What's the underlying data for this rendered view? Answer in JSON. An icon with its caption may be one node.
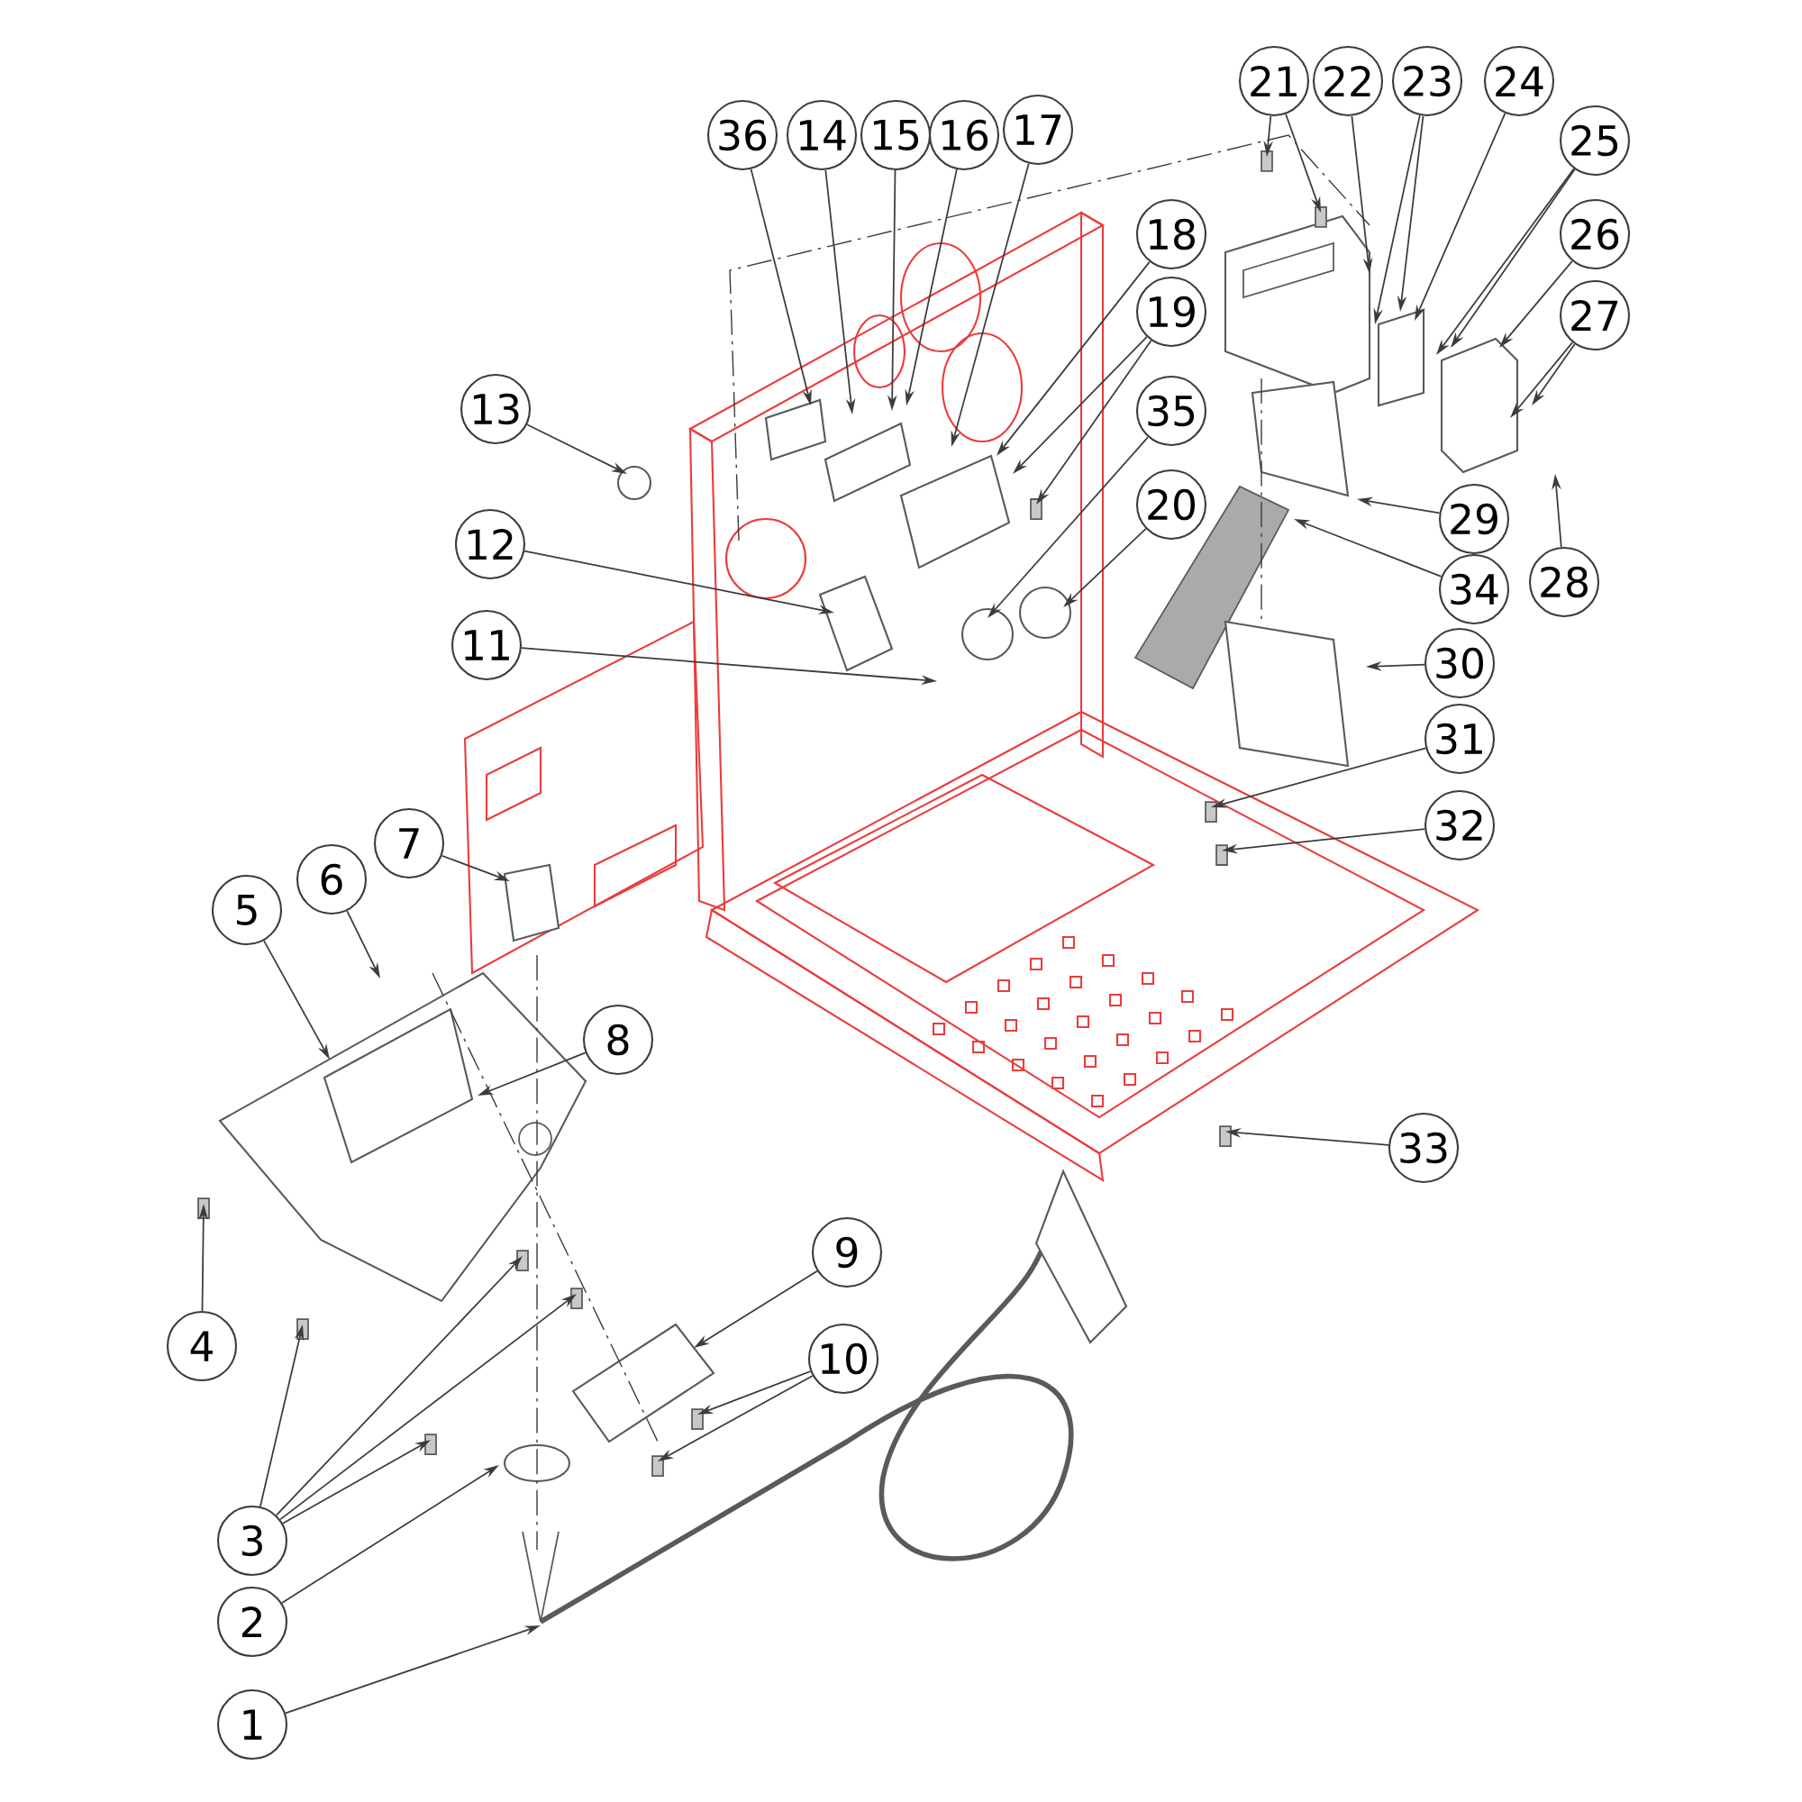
{
  "diagram": {
    "nodes": [
      {
        "text": [
          "1"
        ]
      },
      {
        "text": [
          "2"
        ]
      },
      {
        "text": [
          "3"
        ]
      },
      {
        "text": [
          "4"
        ]
      },
      {
        "text": [
          "5"
        ]
      },
      {
        "text": [
          "6"
        ]
      },
      {
        "text": [
          "7"
        ]
      },
      {
        "text": [
          "8"
        ]
      },
      {
        "text": [
          "9"
        ]
      },
      {
        "text": [
          "10"
        ]
      },
      {
        "text": [
          "11"
        ]
      },
      {
        "text": [
          "12"
        ]
      },
      {
        "text": [
          "13"
        ]
      },
      {
        "text": [
          "14"
        ]
      },
      {
        "text": [
          "15"
        ]
      },
      {
        "text": [
          "16"
        ]
      },
      {
        "text": [
          "17"
        ]
      },
      {
        "text": [
          "18"
        ]
      },
      {
        "text": [
          "19"
        ]
      },
      {
        "text": [
          "20"
        ]
      },
      {
        "text": [
          "21"
        ]
      },
      {
        "text": [
          "22"
        ]
      },
      {
        "text": [
          "23"
        ]
      },
      {
        "text": [
          "24"
        ]
      },
      {
        "text": [
          "25"
        ]
      },
      {
        "text": [
          "26"
        ]
      },
      {
        "text": [
          "27"
        ]
      },
      {
        "text": [
          "28"
        ]
      },
      {
        "text": [
          "29"
        ]
      },
      {
        "text": [
          "30"
        ]
      },
      {
        "text": [
          "31"
        ]
      },
      {
        "text": [
          "32"
        ]
      },
      {
        "text": [
          "33"
        ]
      },
      {
        "text": [
          "34"
        ]
      },
      {
        "text": [
          "35"
        ]
      },
      {
        "text": [
          "36"
        ]
      }
    ],
    "edges": [
      {
        "from": 0,
        "to": null,
        "arrow": "to"
      },
      {
        "from": 1,
        "to": null,
        "arrow": "to"
      },
      {
        "from": 2,
        "to": null,
        "arrow": "to"
      },
      {
        "from": 2,
        "to": null,
        "arrow": "to"
      },
      {
        "from": 2,
        "to": null,
        "arrow": "to"
      },
      {
        "from": 2,
        "to": null,
        "arrow": "to"
      },
      {
        "from": 3,
        "to": null,
        "arrow": "to"
      },
      {
        "from": 4,
        "to": null,
        "arrow": "to"
      },
      {
        "from": 5,
        "to": null,
        "arrow": "to"
      },
      {
        "from": 6,
        "to": null,
        "arrow": "to"
      },
      {
        "from": 7,
        "to": null,
        "arrow": "to"
      },
      {
        "from": 8,
        "to": null,
        "arrow": "to"
      },
      {
        "from": 9,
        "to": null,
        "arrow": "to"
      },
      {
        "from": 9,
        "to": null,
        "arrow": "to"
      },
      {
        "from": 10,
        "to": null,
        "arrow": "to"
      },
      {
        "from": 11,
        "to": null,
        "arrow": "to"
      },
      {
        "from": 12,
        "to": null,
        "arrow": "to"
      },
      {
        "from": 13,
        "to": null,
        "arrow": "to"
      },
      {
        "from": 14,
        "to": null,
        "arrow": "to"
      },
      {
        "from": 15,
        "to": null,
        "arrow": "to"
      },
      {
        "from": 16,
        "to": null,
        "arrow": "to"
      },
      {
        "from": 17,
        "to": null,
        "arrow": "to"
      },
      {
        "from": 18,
        "to": null,
        "arrow": "to"
      },
      {
        "from": 18,
        "to": null,
        "arrow": "to"
      },
      {
        "from": 19,
        "to": null,
        "arrow": "to"
      },
      {
        "from": 20,
        "to": null,
        "arrow": "to"
      },
      {
        "from": 20,
        "to": null,
        "arrow": "to"
      },
      {
        "from": 21,
        "to": null,
        "arrow": "to"
      },
      {
        "from": 22,
        "to": null,
        "arrow": "to"
      },
      {
        "from": 22,
        "to": null,
        "arrow": "to"
      },
      {
        "from": 23,
        "to": null,
        "arrow": "to"
      },
      {
        "from": 24,
        "to": null,
        "arrow": "to"
      },
      {
        "from": 24,
        "to": null,
        "arrow": "to"
      },
      {
        "from": 25,
        "to": null,
        "arrow": "to"
      },
      {
        "from": 26,
        "to": null,
        "arrow": "to"
      },
      {
        "from": 26,
        "to": null,
        "arrow": "to"
      },
      {
        "from": 27,
        "to": null,
        "arrow": "to"
      },
      {
        "from": 28,
        "to": null,
        "arrow": "to"
      },
      {
        "from": 29,
        "to": null,
        "arrow": "to"
      },
      {
        "from": 30,
        "to": null,
        "arrow": "to"
      },
      {
        "from": 31,
        "to": null,
        "arrow": "to"
      },
      {
        "from": 32,
        "to": null,
        "arrow": "to"
      },
      {
        "from": 33,
        "to": null,
        "arrow": "to"
      },
      {
        "from": 34,
        "to": null,
        "arrow": "to"
      },
      {
        "from": 35,
        "to": null,
        "arrow": "to"
      }
    ]
  }
}
